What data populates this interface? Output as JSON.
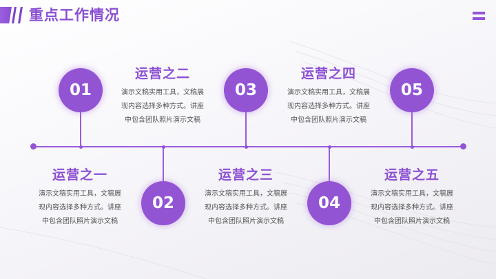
{
  "header": {
    "title": "重点工作情况",
    "menu_icon": "menu-icon"
  },
  "colors": {
    "accent": "#9354d4",
    "title_text": "#8a50d2",
    "body_text": "#555555",
    "background": "#f5f4f8"
  },
  "timeline": {
    "items": [
      {
        "number": "01",
        "title": "运营之一",
        "desc_lines": [
          "演示文稿实用工具，文稿展",
          "现内容选择多种方式。讲座",
          "中包含团队照片演示文稿"
        ]
      },
      {
        "number": "02",
        "title": "运营之二",
        "desc_lines": [
          "演示文稿实用工具，文稿展",
          "现内容选择多种方式。讲座",
          "中包含团队照片演示文稿"
        ]
      },
      {
        "number": "03",
        "title": "运营之三",
        "desc_lines": [
          "演示文稿实用工具，文稿展",
          "现内容选择多种方式。讲座",
          "中包含团队照片演示文稿"
        ]
      },
      {
        "number": "04",
        "title": "运营之四",
        "desc_lines": [
          "演示文稿实用工具，文稿展",
          "现内容选择多种方式。讲座",
          "中包含团队照片演示文稿"
        ]
      },
      {
        "number": "05",
        "title": "运营之五",
        "desc_lines": [
          "演示文稿实用工具，文稿展",
          "现内容选择多种方式。讲座",
          "中包含团队照片演示文稿"
        ]
      }
    ]
  }
}
